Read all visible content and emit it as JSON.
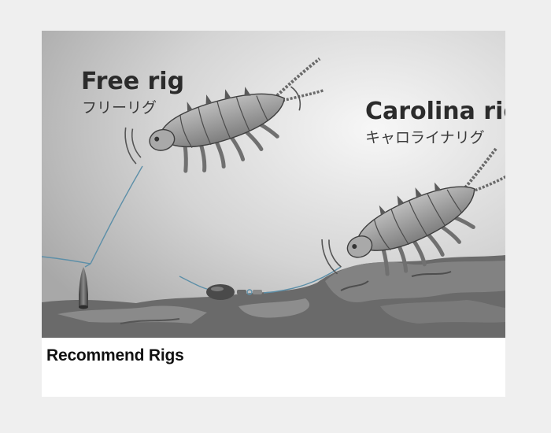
{
  "illustration": {
    "free_rig": {
      "title": "Free rig",
      "subtitle": "フリーリグ"
    },
    "carolina_rig": {
      "title": "Carolina rig",
      "subtitle": "キャロライナリグ"
    }
  },
  "caption": "Recommend Rigs",
  "colors": {
    "page_background": "#efefef",
    "card_background": "#ffffff",
    "line": "#5d8fa8",
    "rock": "#6d6d6d",
    "bug": "#9a9a9a"
  },
  "icons": [
    "bug-lure-icon",
    "sinker-icon",
    "swivel-icon"
  ]
}
